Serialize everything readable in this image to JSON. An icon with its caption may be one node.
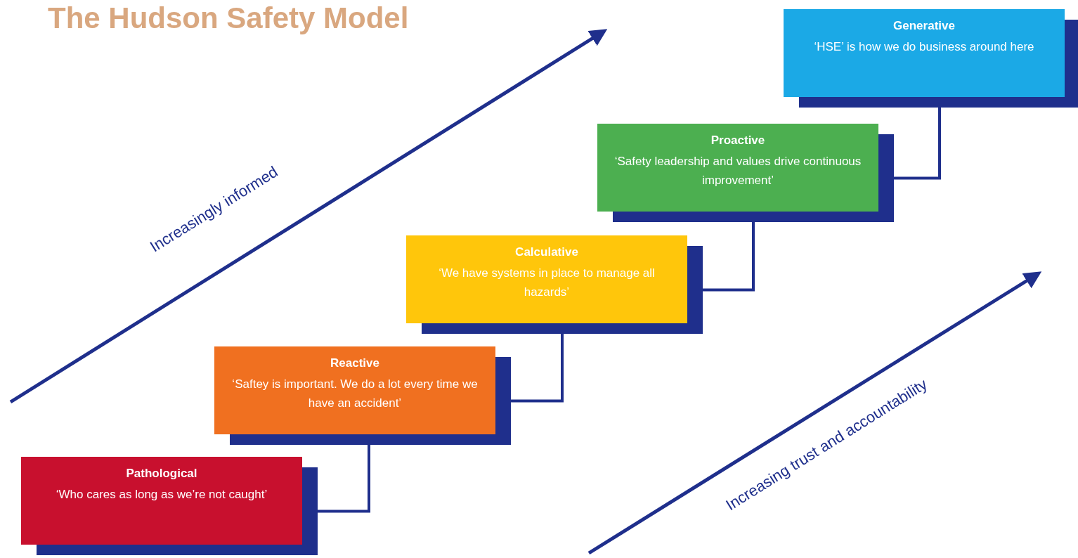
{
  "diagram": {
    "title": "The Hudson Safety Model",
    "nodes": [
      {
        "text": [
          "Pathological",
          "‘Who cares as long as we’re not caught’"
        ]
      },
      {
        "text": [
          "Reactive",
          "‘Saftey is important. We do a lot every time we have an accident’"
        ]
      },
      {
        "text": [
          "Calculative",
          "‘We have systems in place to manage all hazards’"
        ]
      },
      {
        "text": [
          "Proactive",
          "‘Safety leadership and values drive continuous improvement’"
        ]
      },
      {
        "text": [
          "Generative",
          "‘HSE’ is how we do business around here"
        ]
      }
    ],
    "edges": [
      {
        "from": 0,
        "to": 1,
        "arrow": "none"
      },
      {
        "from": 1,
        "to": 2,
        "arrow": "none"
      },
      {
        "from": 2,
        "to": 3,
        "arrow": "none"
      },
      {
        "from": 3,
        "to": 4,
        "arrow": "none"
      }
    ],
    "labels": [
      "Increasingly informed",
      "Increasing trust and accountability"
    ]
  }
}
